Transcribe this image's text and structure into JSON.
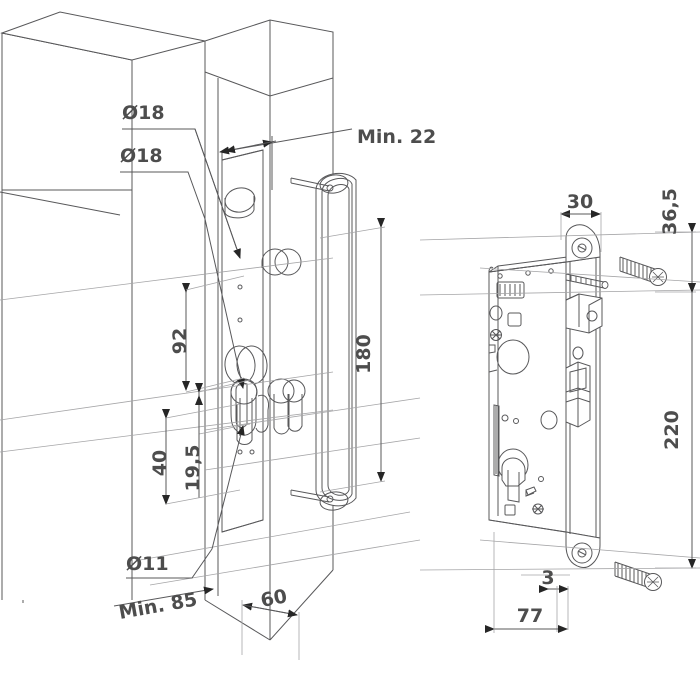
{
  "drawing": {
    "title": "Mortise lock installation drawing",
    "background_color": "#ffffff",
    "line_color": "#58585a",
    "text_color": "#4d4d4d",
    "units": "mm"
  },
  "dimensions": {
    "dia_18_upper": "Ø18",
    "dia_18_lower": "Ø18",
    "dia_11": "Ø11",
    "min_22": "Min. 22",
    "min_85": "Min. 85",
    "d_92": "92",
    "d_40": "40",
    "d_19_5": "19,5",
    "d_180": "180",
    "d_60": "60",
    "d_30": "30",
    "d_36_5": "36,5",
    "d_220": "220",
    "d_3": "3",
    "d_77": "77"
  },
  "parts": {
    "gate_leaf": "gate-leaf-panel",
    "gate_post": "gate-post-profile",
    "escutcheon": "oval-escutcheon-plate",
    "lock_body": "mortise-lock-body",
    "faceplate": "lock-faceplate",
    "deadbolt": "deadbolt",
    "latch": "latch-bolt",
    "cylinder_hole": "cylinder-hole",
    "spindle_hole": "spindle-hole",
    "screw_top": "mounting-screw-top",
    "screw_bottom": "mounting-screw-bottom"
  }
}
